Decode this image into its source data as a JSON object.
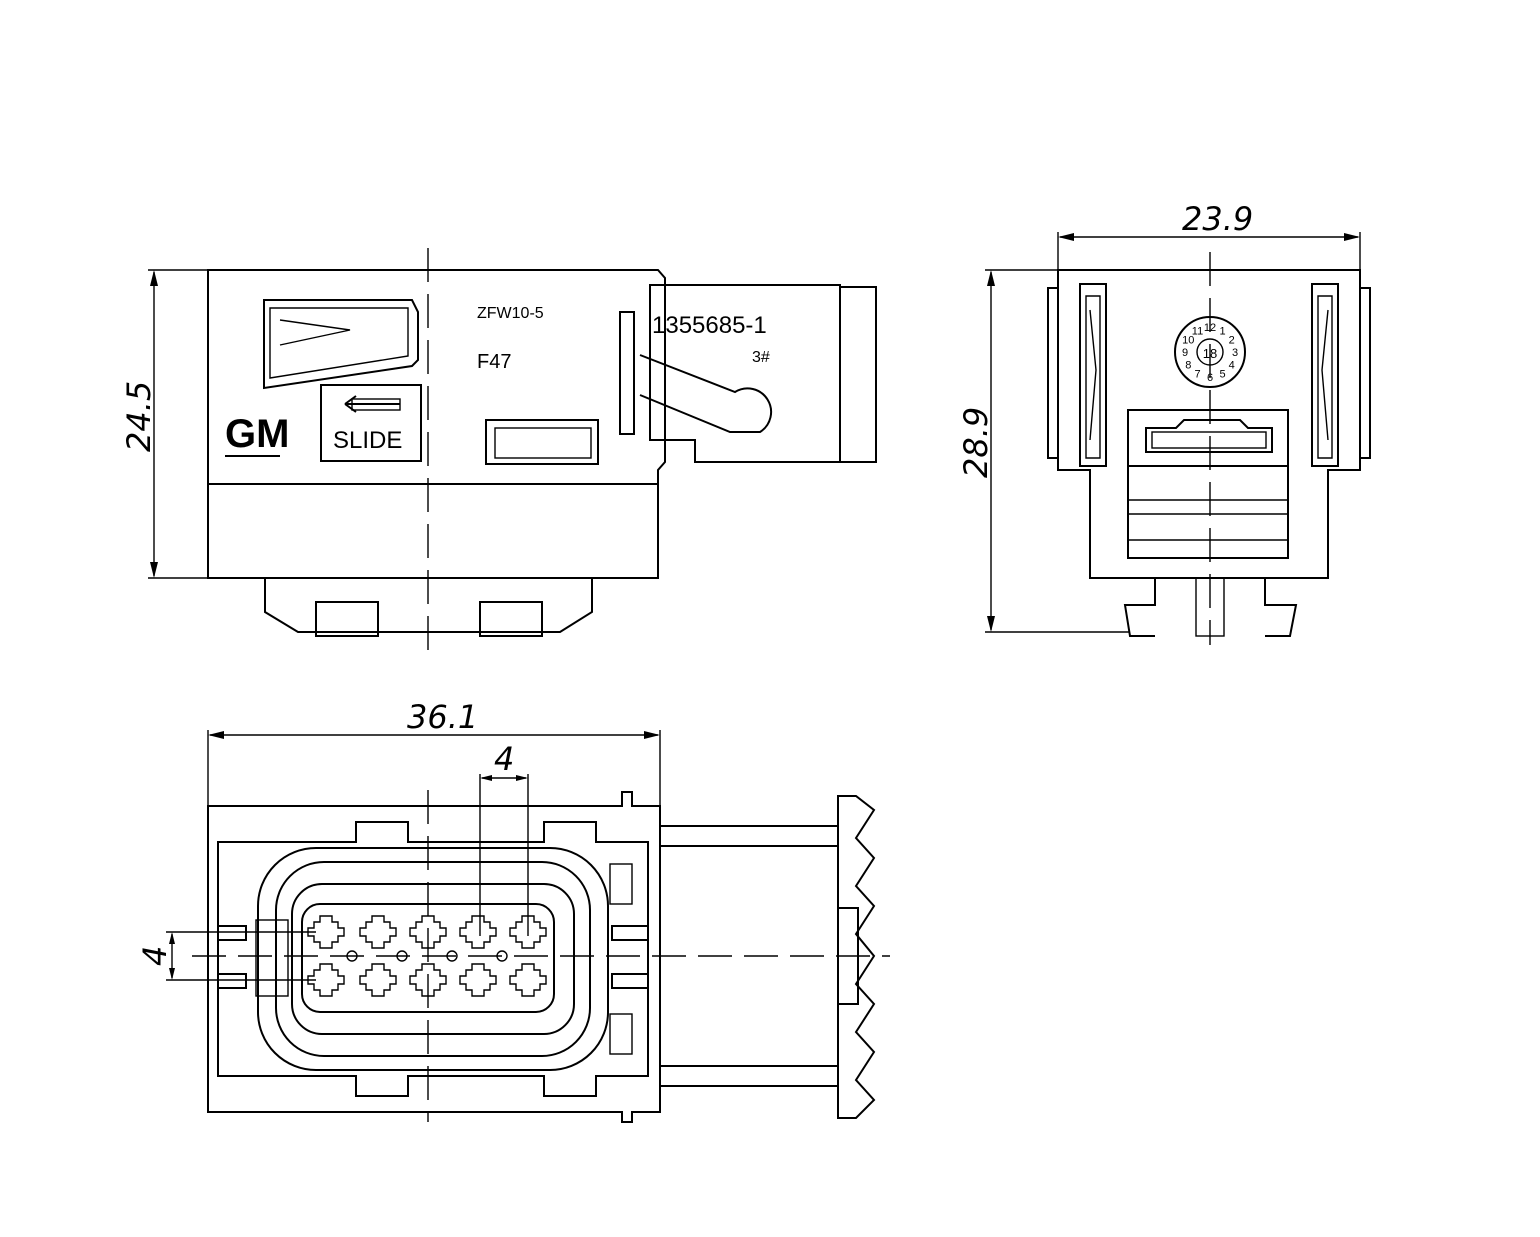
{
  "side_view": {
    "part_code": "ZFW10-5",
    "lot_code": "F47",
    "part_number": "1355685-1",
    "cavity_mark": "3#",
    "logo_text": "GM",
    "slide_label": "SLIDE",
    "height_dim": "24.5"
  },
  "front_view": {
    "width_dim": "23.9",
    "height_dim": "28.9",
    "date_wheel_outer": [
      "1",
      "2",
      "3",
      "4",
      "5",
      "6",
      "7",
      "8",
      "9",
      "10",
      "11",
      "12"
    ],
    "date_wheel_inner": "18"
  },
  "bottom_view": {
    "length_dim": "36.1",
    "pitch_dim": "4",
    "row_pitch_dim": "4"
  }
}
